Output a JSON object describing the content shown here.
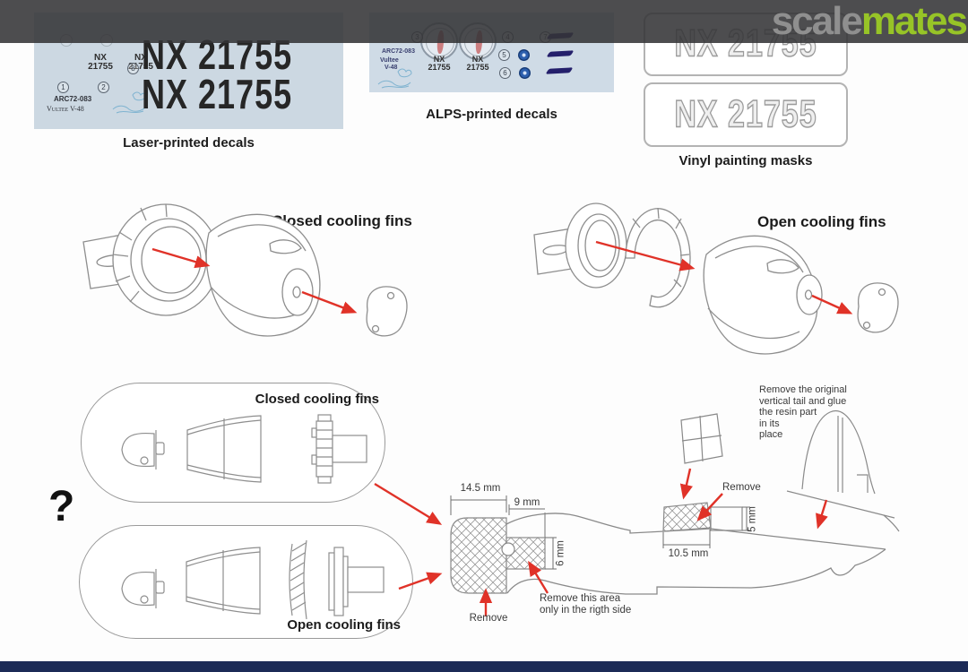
{
  "header": {
    "logo": {
      "scale": "scale",
      "mates": "mates"
    }
  },
  "laser_decals": {
    "caption": "Laser-printed decals",
    "product_code": "ARC72-083",
    "subject": "Vultee V-48",
    "small_decal": {
      "line1": "NX",
      "line2": "21755"
    },
    "large_decal_line1": "NX 21755",
    "large_decal_line2": "NX 21755",
    "callouts": {
      "n1": "1",
      "n2": "2",
      "n8": "8"
    }
  },
  "alps_decals": {
    "caption": "ALPS-printed decals",
    "product_code": "ARC72-083",
    "subject_line1": "Vultee",
    "subject_line2": "V-48",
    "small_decal": {
      "line1": "NX",
      "line2": "21755"
    },
    "callouts": {
      "n3": "3",
      "n4": "4",
      "n5": "5",
      "n6": "6",
      "n7": "7"
    }
  },
  "vinyl_masks": {
    "caption": "Vinyl painting masks",
    "mask1_text": "NX 21755",
    "mask2_text": "NX 21755"
  },
  "assembly": {
    "closed_label": "Closed cooling fins",
    "open_label": "Open cooling fins"
  },
  "parts_boxes": {
    "question_mark": "?",
    "closed_label": "Closed cooling fins",
    "open_label": "Open cooling fins"
  },
  "modifications": {
    "dim_nose_width": "14.5 mm",
    "dim_nose_upper": "9 mm",
    "dim_nose_height": "6 mm",
    "dim_spine_width": "10.5 mm",
    "dim_spine_height": "5 mm",
    "remove_nose_label": "Remove",
    "remove_right_line1": "Remove this area",
    "remove_right_line2": "only in the rigth side",
    "remove_spine_label": "Remove",
    "tail_note_line1": "Remove the original",
    "tail_note_line2": "vertical tail and glue",
    "tail_note_line3": "the resin part",
    "tail_note_line4": "in its",
    "tail_note_line5": "place"
  },
  "colors": {
    "accent_red": "#e03228",
    "logo_green": "#97c427",
    "sheet_blue": "#ccd8e2",
    "navy_bar": "#1c2b57"
  }
}
